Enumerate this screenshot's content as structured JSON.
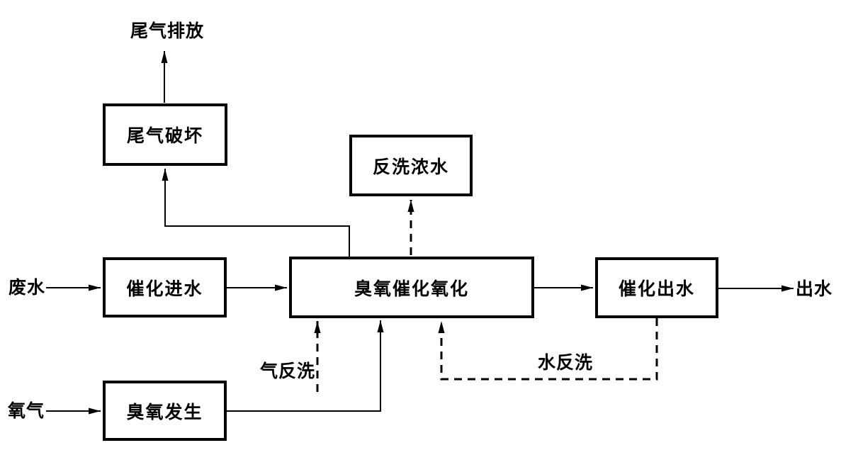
{
  "diagram_type": "process-flow",
  "nodes": {
    "tail_gas_destruction": "尾气破坏",
    "backwash_concentrate": "反洗浓水",
    "catalytic_inlet": "催化进水",
    "ozone_catalytic_oxidation": "臭氧催化氧化",
    "catalytic_outlet": "催化出水",
    "ozone_generation": "臭氧发生"
  },
  "labels": {
    "tail_gas_discharge": "尾气排放",
    "wastewater": "废水",
    "oxygen": "氧气",
    "outlet_water": "出水",
    "gas_backwash": "气反洗",
    "water_backwash": "水反洗"
  },
  "colors": {
    "line": "#000000",
    "text": "#000000",
    "background": "#ffffff"
  },
  "edges": [
    {
      "from": "wastewater",
      "to": "catalytic_inlet",
      "style": "solid"
    },
    {
      "from": "catalytic_inlet",
      "to": "ozone_catalytic_oxidation",
      "style": "solid"
    },
    {
      "from": "ozone_catalytic_oxidation",
      "to": "catalytic_outlet",
      "style": "solid"
    },
    {
      "from": "catalytic_outlet",
      "to": "outlet_water",
      "style": "solid"
    },
    {
      "from": "oxygen",
      "to": "ozone_generation",
      "style": "solid"
    },
    {
      "from": "ozone_generation",
      "to": "ozone_catalytic_oxidation",
      "style": "solid"
    },
    {
      "from": "ozone_catalytic_oxidation",
      "to": "tail_gas_destruction",
      "style": "solid"
    },
    {
      "from": "tail_gas_destruction",
      "to": "tail_gas_discharge",
      "style": "solid"
    },
    {
      "from": "ozone_catalytic_oxidation",
      "to": "backwash_concentrate",
      "style": "dashed"
    },
    {
      "from": "gas_backwash",
      "to": "ozone_catalytic_oxidation",
      "style": "dashed"
    },
    {
      "from": "catalytic_outlet",
      "to": "ozone_catalytic_oxidation",
      "style": "dashed",
      "label": "water_backwash"
    }
  ]
}
